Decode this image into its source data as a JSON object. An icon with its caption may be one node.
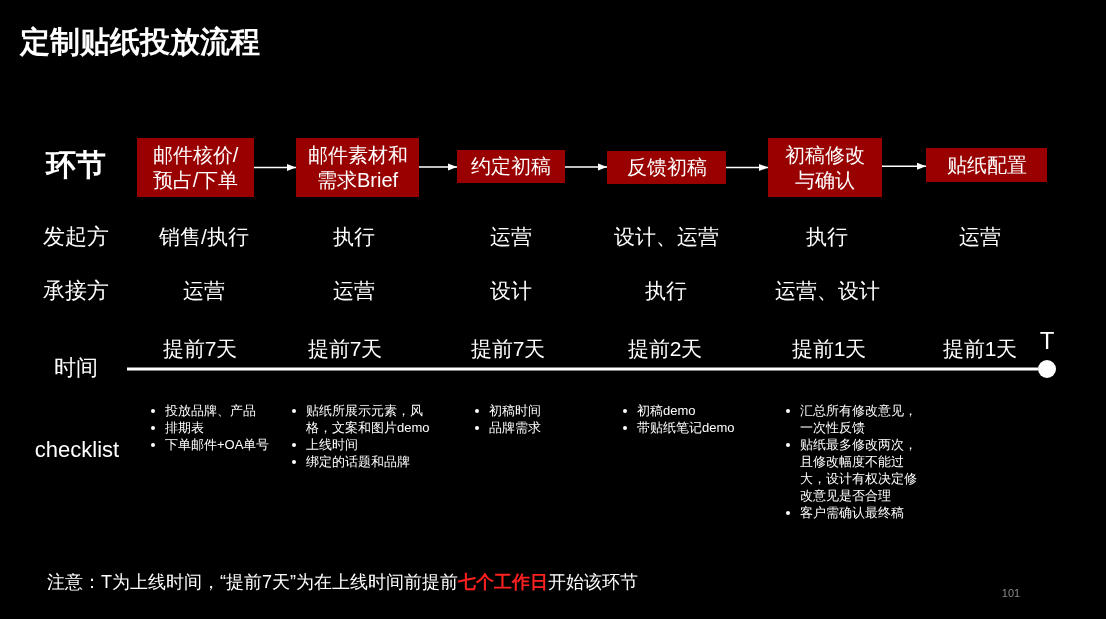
{
  "diagram": {
    "title": "定制贴纸投放流程",
    "nodes": [
      {
        "text": [
          "邮件核价/预占/下单"
        ]
      },
      {
        "text": [
          "邮件素材和需求Brief"
        ]
      },
      {
        "text": [
          "约定初稿"
        ]
      },
      {
        "text": [
          "反馈初稿"
        ]
      },
      {
        "text": [
          "初稿修改与确认"
        ]
      },
      {
        "text": [
          "贴纸配置"
        ]
      }
    ],
    "edges": [
      {
        "from": 0,
        "to": 1,
        "arrow": "to"
      },
      {
        "from": 1,
        "to": 2,
        "arrow": "to"
      },
      {
        "from": 2,
        "to": 3,
        "arrow": "to"
      },
      {
        "from": 3,
        "to": 4,
        "arrow": "to"
      },
      {
        "from": 4,
        "to": 5,
        "arrow": "to"
      }
    ],
    "labels": [
      "环节",
      "发起方",
      "销售/执行",
      "执行",
      "运营",
      "设计、运营",
      "执行",
      "运营",
      "承接方",
      "运营",
      "运营",
      "设计",
      "执行",
      "运营、设计",
      "T",
      "提前7天",
      "提前7天",
      "提前7天",
      "提前2天",
      "提前1天",
      "提前1天",
      "时间",
      "checklist",
      "投放品牌、产品",
      "排期表",
      "下单邮件+OA单号",
      "贴纸所展示元素，风格，文案和图片demo",
      "上线时间",
      "绑定的话题和品牌",
      "初稿时间",
      "品牌需求",
      "初稿demo",
      "带贴纸笔记demo",
      "汇总所有修改意见，一次性反馈",
      "贴纸最多修改两次，且修改幅度不能过大，设计有权决定修改意见是否合理",
      "客户需确认最终稿",
      "注意：T为上线时间，“提前7天”为在上线时间前提前**七个工作日**开始该环节",
      "101"
    ]
  }
}
